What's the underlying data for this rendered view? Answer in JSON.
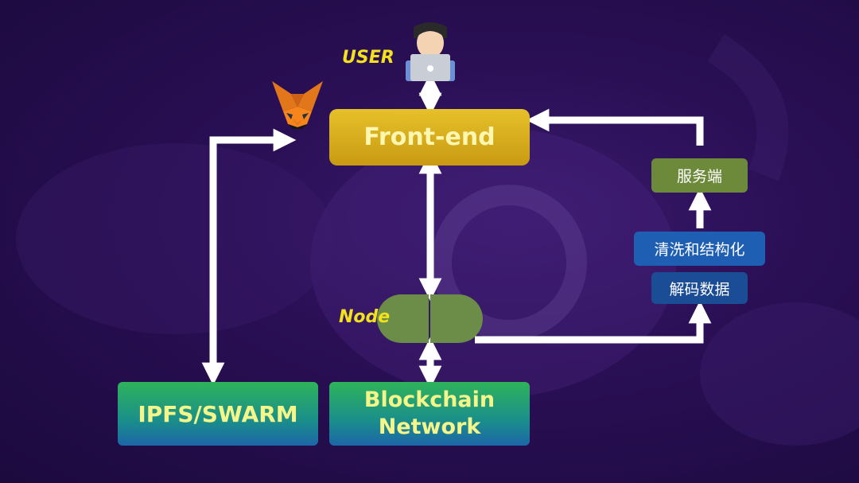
{
  "labels": {
    "user": "USER",
    "node": "Node"
  },
  "boxes": {
    "frontend": "Front-end",
    "ipfs": "IPFS/SWARM",
    "blockchain_line1": "Blockchain",
    "blockchain_line2": "Network",
    "server": "服务端",
    "clean": "清洗和结构化",
    "decode": "解码数据"
  },
  "icons": {
    "user": "user-laptop-icon",
    "wallet": "metamask-fox-icon"
  },
  "colors": {
    "background": "#2a0f55",
    "frontend": "#d4a91b",
    "storage_gradient_top": "#2fb35a",
    "storage_gradient_bottom": "#1d66a8",
    "server": "#6d8a3a",
    "clean": "#1f5fb3",
    "decode": "#1b4d96",
    "node": "#6b8d47",
    "label_text": "#f2e11d",
    "arrow": "#ffffff"
  }
}
